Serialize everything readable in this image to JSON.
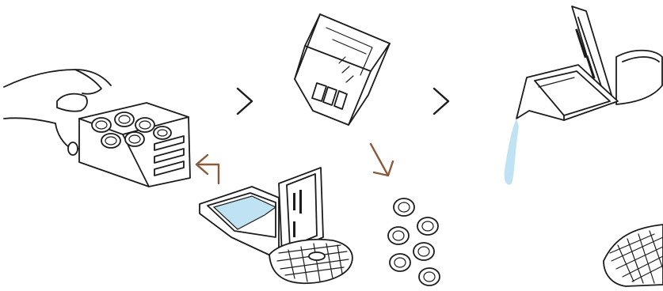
{
  "colors": {
    "line": "#1c1c1c",
    "arrow_accent": "#8a5a3c",
    "water": "#bfe3f2",
    "background": "#ffffff"
  },
  "steps": [
    {
      "id": "hand-pulls-capsule-container",
      "icon": "hand-with-capsule-drawer"
    },
    {
      "id": "empty-capsule-container",
      "icon": "inverted-capsule-container"
    },
    {
      "id": "empty-drip-tray",
      "icon": "drip-tray-pouring-water"
    },
    {
      "id": "drip-tray-with-water",
      "icon": "drip-tray-with-water"
    },
    {
      "id": "loose-used-capsules",
      "icon": "capsules"
    }
  ],
  "arrows": [
    {
      "id": "next-1",
      "icon": "chevron-right-icon",
      "color": "#1c1c1c"
    },
    {
      "id": "next-2",
      "icon": "chevron-right-icon",
      "color": "#1c1c1c"
    },
    {
      "id": "back",
      "icon": "arrow-left-icon",
      "color": "#8a5a3c"
    },
    {
      "id": "down-to-capsules",
      "icon": "arrow-down-left-icon",
      "color": "#8a5a3c"
    }
  ]
}
